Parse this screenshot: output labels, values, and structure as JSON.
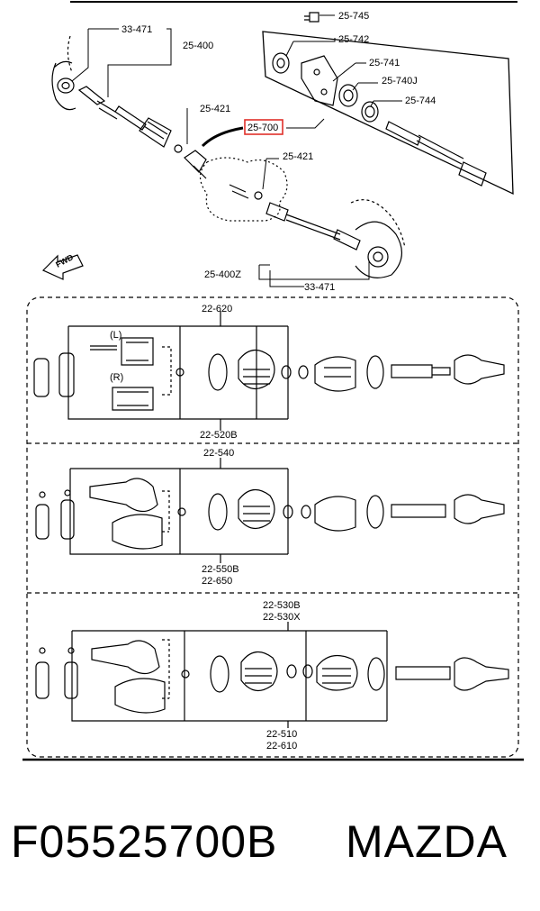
{
  "diagram": {
    "top_labels": {
      "boot_top_left": "33-471",
      "shaft_left": "25-400",
      "bolt": "25-745",
      "cap": "25-742",
      "bracket": "25-741",
      "bearing": "25-740J",
      "clip": "25-744",
      "ring_upper": "25-421",
      "highlighted_part": "25-700",
      "ring_lower": "25-421",
      "shaft_right": "25-400Z",
      "boot_bottom": "33-471",
      "direction": "FWD"
    },
    "panels": [
      {
        "inner_labels": [
          "(L)",
          "(R)"
        ],
        "top_label": "22-620",
        "bottom_label": "22-520B"
      },
      {
        "top_label": "22-540",
        "bottom_labels": [
          "22-550B",
          "22-650"
        ]
      },
      {
        "top_labels": [
          "22-530B",
          "22-530X"
        ],
        "bottom_labels": [
          "22-510",
          "22-610"
        ]
      }
    ]
  },
  "caption": {
    "part_number": "F05525700B",
    "brand": "MAZDA"
  },
  "colors": {
    "highlight": "#e0302a",
    "ink": "#000000"
  }
}
